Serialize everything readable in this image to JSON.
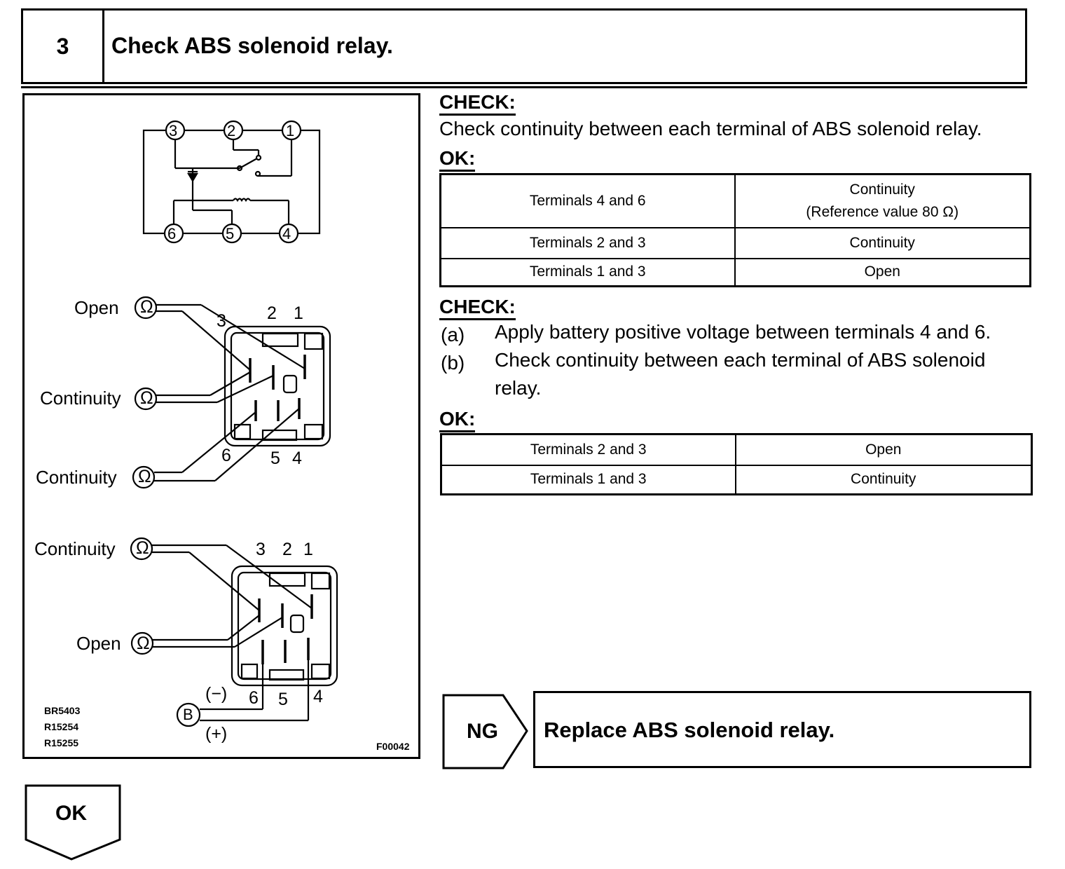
{
  "step": {
    "number": "3",
    "title": "Check ABS solenoid relay."
  },
  "figure": {
    "schematic_terminals": [
      "1",
      "2",
      "3",
      "4",
      "5",
      "6"
    ],
    "relay1": {
      "labels": {
        "open": "Open",
        "continuity_a": "Continuity",
        "continuity_b": "Continuity"
      },
      "pins": {
        "p3": "3",
        "p2": "2",
        "p1": "1",
        "p6": "6",
        "p5": "5",
        "p4": "4"
      }
    },
    "relay2": {
      "labels": {
        "continuity": "Continuity",
        "open": "Open"
      },
      "pins": {
        "p3": "3",
        "p2": "2",
        "p1": "1",
        "p6": "6",
        "p5": "5",
        "p4": "4"
      },
      "battery": {
        "label": "B",
        "minus": "(−)",
        "plus": "(+)"
      }
    },
    "ohm_symbol": "Ω",
    "codes": [
      "BR5403",
      "R15254",
      "R15255"
    ],
    "figure_id": "F00042"
  },
  "check1": {
    "heading": "CHECK:",
    "text": "Check continuity between each terminal of ABS solenoid relay.",
    "ok_heading": "OK:",
    "table": [
      {
        "terminals": "Terminals 4 and 6",
        "result": "Continuity",
        "note": "(Reference value 80 Ω)"
      },
      {
        "terminals": "Terminals 2 and 3",
        "result": "Continuity"
      },
      {
        "terminals": "Terminals 1 and 3",
        "result": "Open"
      }
    ]
  },
  "check2": {
    "heading": "CHECK:",
    "steps": [
      {
        "letter": "(a)",
        "text": "Apply battery positive voltage between terminals 4 and 6."
      },
      {
        "letter": "(b)",
        "text": "Check continuity between each terminal of ABS solenoid relay."
      }
    ],
    "ok_heading": "OK:",
    "table": [
      {
        "terminals": "Terminals 2 and 3",
        "result": "Open"
      },
      {
        "terminals": "Terminals 1 and 3",
        "result": "Continuity"
      }
    ]
  },
  "ng": {
    "label": "NG",
    "action": "Replace ABS solenoid relay."
  },
  "ok": {
    "label": "OK"
  }
}
